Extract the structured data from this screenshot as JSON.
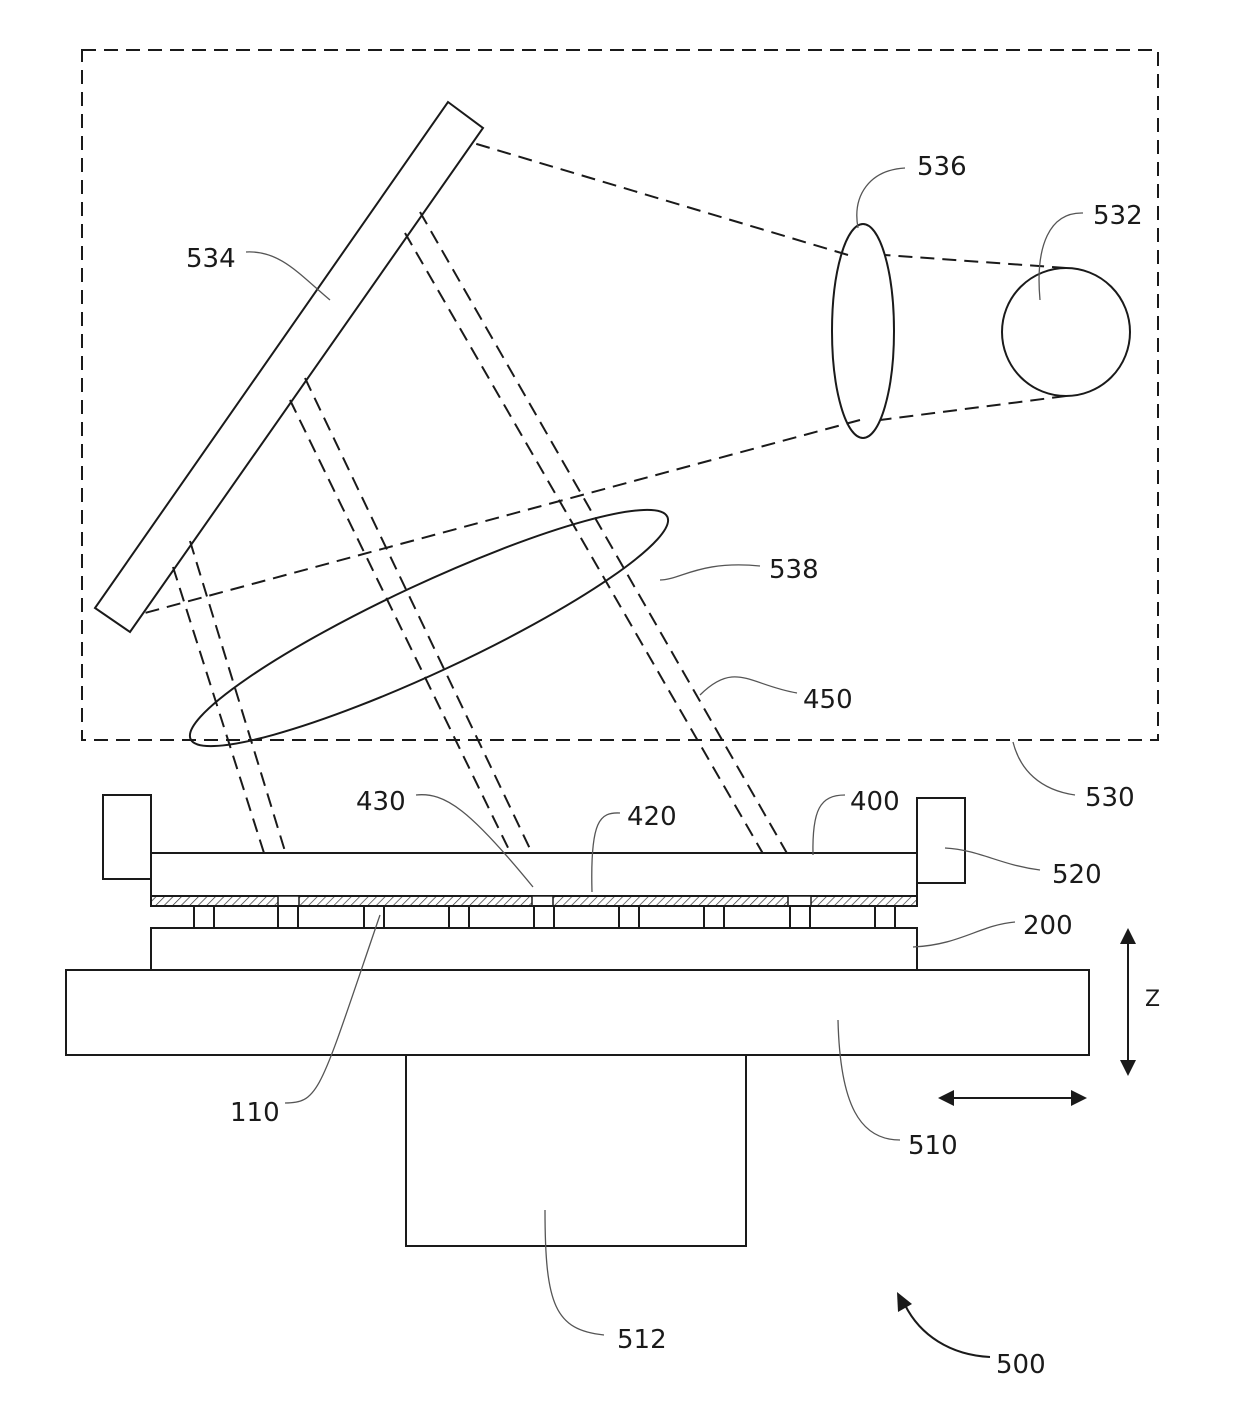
{
  "labels": {
    "l534": "534",
    "l536": "536",
    "l532": "532",
    "l538": "538",
    "l450": "450",
    "l530": "530",
    "l430": "430",
    "l420": "420",
    "l400": "400",
    "l520": "520",
    "l200": "200",
    "lz": "Z",
    "l110": "110",
    "l510": "510",
    "l512": "512",
    "l500": "500"
  }
}
